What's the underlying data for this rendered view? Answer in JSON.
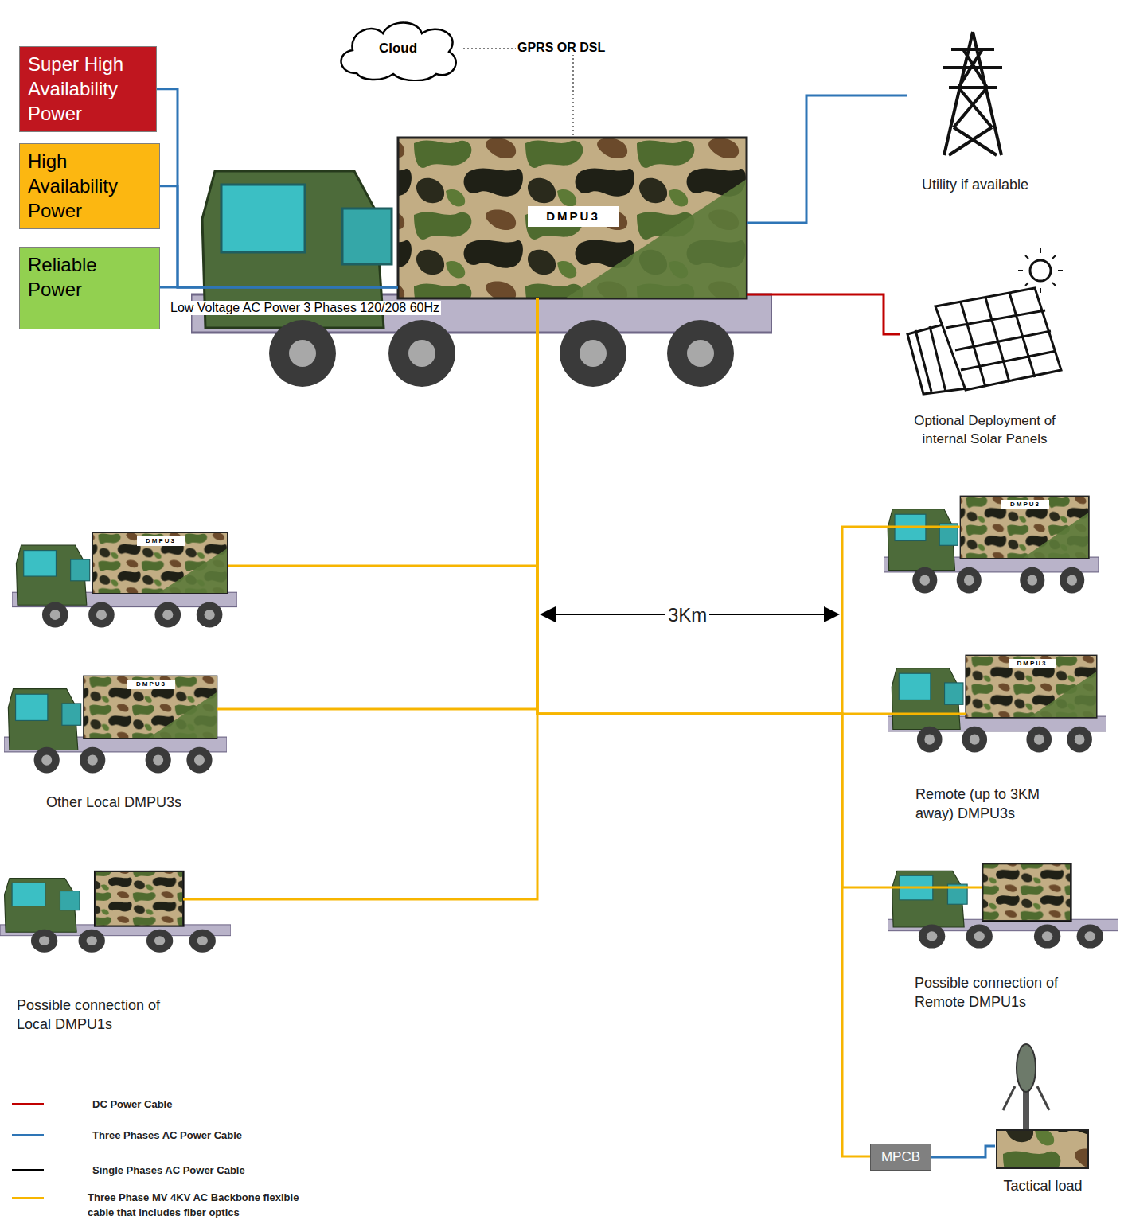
{
  "diagram": {
    "nodes": [
      {
        "text": [
          "Super High Availability Power"
        ]
      },
      {
        "text": [
          "High Availability Power"
        ]
      },
      {
        "text": [
          "Reliable Power"
        ]
      },
      {
        "text": [
          "Cloud"
        ]
      },
      {
        "text": [
          "DMPU3"
        ]
      },
      {
        "text": [
          "Utility if available"
        ]
      },
      {
        "text": [
          "Optional Deployment of internal Solar Panels"
        ]
      },
      {
        "text": [
          "DMPU3"
        ]
      },
      {
        "text": [
          "DMPU3"
        ]
      },
      {
        "text": [
          "Possible connection of Local DMPU1s"
        ]
      },
      {
        "text": [
          "DMPU3"
        ]
      },
      {
        "text": [
          "DMPU3"
        ]
      },
      {
        "text": [
          "Possible connection of Remote DMPU1s"
        ]
      },
      {
        "text": [
          "MPCB"
        ]
      },
      {
        "text": [
          "Tactical load"
        ]
      }
    ],
    "edges": [
      {
        "from": 0,
        "to": 4,
        "arrow": "none"
      },
      {
        "from": 1,
        "to": 4,
        "arrow": "none"
      },
      {
        "from": 2,
        "to": 4,
        "label": "Low Voltage AC Power 3 Phases 120/208 60Hz",
        "arrow": "none"
      },
      {
        "from": 3,
        "to": 4,
        "label": "GPRS OR DSL",
        "arrow": "none"
      },
      {
        "from": 4,
        "to": 5,
        "arrow": "none"
      },
      {
        "from": 4,
        "to": 6,
        "arrow": "none"
      },
      {
        "from": 4,
        "to": 7,
        "arrow": "none"
      },
      {
        "from": 4,
        "to": 8,
        "arrow": "none"
      },
      {
        "from": 4,
        "to": 9,
        "arrow": "none"
      },
      {
        "from": 4,
        "to": 10,
        "arrow": "none"
      },
      {
        "from": 4,
        "to": 11,
        "arrow": "none"
      },
      {
        "from": 4,
        "to": 12,
        "arrow": "none"
      },
      {
        "from": 4,
        "to": 13,
        "arrow": "none"
      },
      {
        "from": 13,
        "to": 14,
        "arrow": "none"
      }
    ],
    "labels": [
      "3Km",
      "Other Local DMPU3s",
      "Remote (up to 3KM away) DMPU3s"
    ],
    "legend": [
      {
        "text": "DC Power Cable",
        "color": "#c00000"
      },
      {
        "text": "Three Phases AC Power Cable",
        "color": "#2e75b6"
      },
      {
        "text": "Single Phases AC Power Cable",
        "color": "#000000"
      },
      {
        "text": "Three Phase MV 4KV AC Backbone flexible cable that includes fiber optics",
        "color": "#f7b500"
      }
    ]
  }
}
